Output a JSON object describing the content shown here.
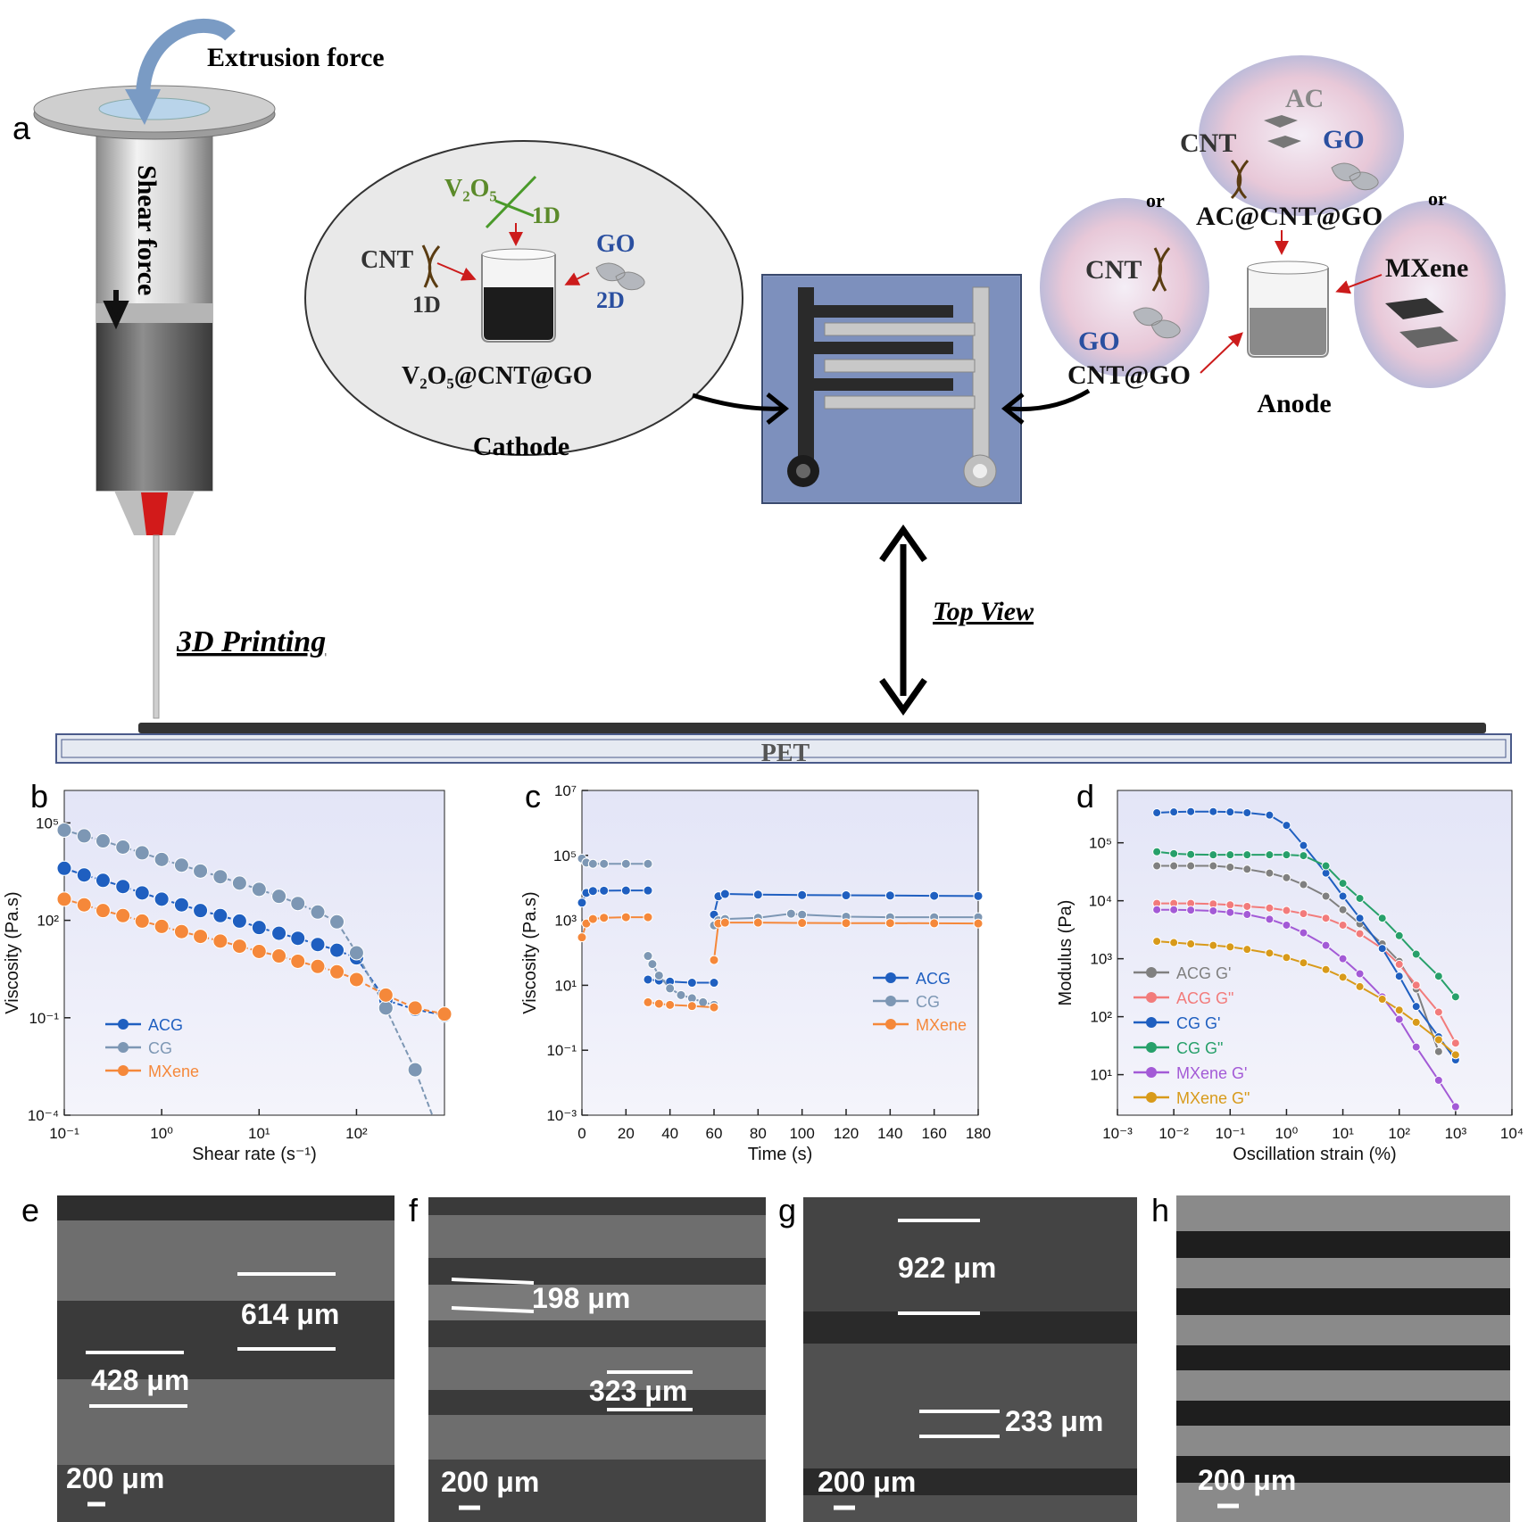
{
  "panel_a": {
    "letter": "a",
    "extrusion_force": "Extrusion force",
    "shear_force": "Shear force",
    "printing_label": "3D Printing",
    "top_view_label": "Top View",
    "substrate_label": "PET",
    "cathode": {
      "title": "Cathode",
      "v2o5": "V₂O₅",
      "v2o5_dim": "1D",
      "cnt": "CNT",
      "cnt_dim": "1D",
      "go": "GO",
      "go_dim": "2D",
      "composite": "V₂O₅@CNT@GO"
    },
    "anode": {
      "title": "Anode",
      "or_left": "or",
      "or_right": "or",
      "option1": {
        "cnt": "CNT",
        "go": "GO",
        "composite": "CNT@GO"
      },
      "option2": {
        "ac": "AC",
        "cnt": "CNT",
        "go": "GO",
        "composite": "AC@CNT@GO"
      },
      "option3": {
        "name": "MXene"
      }
    }
  },
  "colors": {
    "acg": "#1f5fc0",
    "cg": "#7d97b4",
    "mxene": "#f5883a",
    "acg_gp": "#808080",
    "acg_gpp": "#f27b7b",
    "cg_gp": "#1f5fc0",
    "cg_gpp": "#27a06a",
    "mx_gp": "#a35ad6",
    "mx_gpp": "#d89a1a"
  },
  "chart_data": [
    {
      "panel": "b",
      "type": "line",
      "xlabel": "Shear rate (s⁻¹)",
      "ylabel": "Viscosity (Pa.s)",
      "xscale": "log",
      "yscale": "log",
      "xlim": [
        0.1,
        800
      ],
      "ylim": [
        0.0001,
        1000000
      ],
      "xticks": [
        "10⁻¹",
        "10⁰",
        "10¹",
        "10²"
      ],
      "yticks": [
        "10⁻⁴",
        "10⁻¹",
        "10²",
        "10⁵"
      ],
      "legend": "bottom-left",
      "series": [
        {
          "name": "ACG",
          "x": [
            0.1,
            0.16,
            0.25,
            0.4,
            0.63,
            1,
            1.6,
            2.5,
            4,
            6.3,
            10,
            16,
            25,
            40,
            63,
            100,
            200,
            400,
            800
          ],
          "y": [
            4000,
            2500,
            1700,
            1100,
            700,
            450,
            300,
            200,
            140,
            95,
            60,
            40,
            28,
            18,
            12,
            7,
            0.35,
            0.18,
            0.12
          ]
        },
        {
          "name": "CG",
          "x": [
            0.1,
            0.16,
            0.25,
            0.4,
            0.63,
            1,
            1.6,
            2.5,
            4,
            6.3,
            10,
            16,
            25,
            40,
            63,
            100,
            200,
            400,
            600
          ],
          "y": [
            60000,
            40000,
            28000,
            18000,
            12000,
            7500,
            5000,
            3300,
            2200,
            1400,
            900,
            550,
            330,
            180,
            90,
            10,
            0.2,
            0.0025,
            9e-05
          ]
        },
        {
          "name": "MXene",
          "x": [
            0.1,
            0.16,
            0.25,
            0.4,
            0.63,
            1,
            1.6,
            2.5,
            4,
            6.3,
            10,
            16,
            25,
            40,
            63,
            100,
            200,
            400,
            800
          ],
          "y": [
            450,
            300,
            200,
            140,
            95,
            65,
            45,
            32,
            23,
            16,
            11,
            8,
            5.5,
            3.8,
            2.6,
            1.5,
            0.5,
            0.2,
            0.13
          ]
        }
      ]
    },
    {
      "panel": "c",
      "type": "line",
      "xlabel": "Time (s)",
      "ylabel": "Viscosity (Pa.s)",
      "yscale": "log",
      "xlim": [
        0,
        180
      ],
      "ylim": [
        0.001,
        10000000
      ],
      "xticks": [
        "0",
        "20",
        "40",
        "60",
        "80",
        "100",
        "120",
        "140",
        "160",
        "180"
      ],
      "yticks": [
        "10⁻³",
        "10⁻¹",
        "10¹",
        "10³",
        "10⁵",
        "10⁷"
      ],
      "legend": "right",
      "series": [
        {
          "name": "ACG",
          "segments": [
            {
              "x": [
                0,
                2,
                5,
                10,
                20,
                30
              ],
              "y": [
                3500,
                7000,
                8000,
                8200,
                8300,
                8300
              ]
            },
            {
              "x": [
                30,
                35,
                40,
                50,
                60
              ],
              "y": [
                15,
                14,
                13,
                12,
                12
              ]
            },
            {
              "x": [
                60,
                62,
                65,
                80,
                100,
                120,
                140,
                160,
                180
              ],
              "y": [
                1500,
                5500,
                6500,
                6200,
                6000,
                5900,
                5800,
                5700,
                5600
              ]
            }
          ]
        },
        {
          "name": "CG",
          "segments": [
            {
              "x": [
                0,
                2,
                5,
                10,
                20,
                30
              ],
              "y": [
                80000,
                60000,
                55000,
                55000,
                55000,
                55000
              ]
            },
            {
              "x": [
                30,
                32,
                35,
                40,
                45,
                50,
                55,
                60
              ],
              "y": [
                80,
                45,
                20,
                8,
                5,
                4,
                3,
                2.5
              ]
            },
            {
              "x": [
                60,
                62,
                65,
                80,
                95,
                100,
                120,
                140,
                160,
                180
              ],
              "y": [
                700,
                1000,
                1100,
                1200,
                1600,
                1500,
                1300,
                1250,
                1250,
                1250
              ]
            }
          ]
        },
        {
          "name": "MXene",
          "segments": [
            {
              "x": [
                0,
                2,
                5,
                10,
                20,
                30
              ],
              "y": [
                300,
                800,
                1100,
                1200,
                1250,
                1250
              ]
            },
            {
              "x": [
                30,
                35,
                40,
                50,
                60
              ],
              "y": [
                3,
                2.7,
                2.5,
                2.3,
                2.1
              ]
            },
            {
              "x": [
                60,
                62,
                65,
                80,
                100,
                120,
                140,
                160,
                180
              ],
              "y": [
                60,
                800,
                850,
                850,
                830,
                820,
                820,
                810,
                800
              ]
            }
          ]
        }
      ]
    },
    {
      "panel": "d",
      "type": "line",
      "xlabel": "Oscillation strain (%)",
      "ylabel": "Modulus (Pa)",
      "xscale": "log",
      "yscale": "log",
      "xlim": [
        0.001,
        10000
      ],
      "ylim": [
        2,
        800000
      ],
      "xticks": [
        "10⁻³",
        "10⁻²",
        "10⁻¹",
        "10⁰",
        "10¹",
        "10²",
        "10³",
        "10⁴"
      ],
      "yticks": [
        "10¹",
        "10²",
        "10³",
        "10⁴",
        "10⁵"
      ],
      "legend": "bottom-left",
      "series": [
        {
          "name": "ACG G'",
          "x": [
            0.005,
            0.01,
            0.02,
            0.05,
            0.1,
            0.2,
            0.5,
            1,
            2,
            5,
            10,
            20,
            50,
            100,
            200,
            500
          ],
          "y": [
            40000,
            40000,
            40000,
            40000,
            38000,
            35000,
            30000,
            25000,
            19000,
            12000,
            7000,
            4000,
            1800,
            900,
            300,
            25
          ]
        },
        {
          "name": "ACG G\"",
          "x": [
            0.005,
            0.01,
            0.02,
            0.05,
            0.1,
            0.2,
            0.5,
            1,
            2,
            5,
            10,
            20,
            50,
            100,
            200,
            500,
            1000
          ],
          "y": [
            9000,
            9000,
            9000,
            8800,
            8500,
            8000,
            7500,
            6800,
            6000,
            5000,
            3800,
            2700,
            1500,
            800,
            350,
            120,
            35
          ]
        },
        {
          "name": "CG G'",
          "x": [
            0.005,
            0.01,
            0.02,
            0.05,
            0.1,
            0.2,
            0.5,
            1,
            2,
            5,
            10,
            20,
            50,
            100,
            200,
            500,
            1000
          ],
          "y": [
            330000,
            340000,
            345000,
            345000,
            340000,
            330000,
            300000,
            200000,
            90000,
            30000,
            12000,
            5000,
            1500,
            500,
            150,
            45,
            18
          ]
        },
        {
          "name": "CG G\"",
          "x": [
            0.005,
            0.01,
            0.02,
            0.05,
            0.1,
            0.2,
            0.5,
            1,
            2,
            5,
            10,
            20,
            50,
            100,
            200,
            500,
            1000
          ],
          "y": [
            70000,
            65000,
            63000,
            62000,
            62000,
            62000,
            62000,
            62000,
            60000,
            40000,
            20000,
            11000,
            5000,
            2500,
            1200,
            500,
            220
          ]
        },
        {
          "name": "MXene G'",
          "x": [
            0.005,
            0.01,
            0.02,
            0.05,
            0.1,
            0.2,
            0.5,
            1,
            2,
            5,
            10,
            20,
            50,
            100,
            200,
            500,
            1000
          ],
          "y": [
            7000,
            7000,
            6900,
            6700,
            6300,
            5800,
            4800,
            3800,
            2800,
            1700,
            1000,
            550,
            220,
            90,
            30,
            8,
            2.8
          ]
        },
        {
          "name": "MXene G\"",
          "x": [
            0.005,
            0.01,
            0.02,
            0.05,
            0.1,
            0.2,
            0.5,
            1,
            2,
            5,
            10,
            20,
            50,
            100,
            200,
            500,
            1000
          ],
          "y": [
            2000,
            1900,
            1800,
            1700,
            1600,
            1450,
            1250,
            1050,
            850,
            650,
            480,
            330,
            200,
            130,
            80,
            40,
            22
          ]
        }
      ]
    }
  ],
  "sem": [
    {
      "letter": "e",
      "scale": "200 μm",
      "measures": [
        "614 μm",
        "428 μm"
      ]
    },
    {
      "letter": "f",
      "scale": "200 μm",
      "measures": [
        "198 μm",
        "323 μm"
      ]
    },
    {
      "letter": "g",
      "scale": "200 μm",
      "measures": [
        "922 μm",
        "233 μm"
      ]
    },
    {
      "letter": "h",
      "scale": "200 μm",
      "measures": []
    }
  ]
}
